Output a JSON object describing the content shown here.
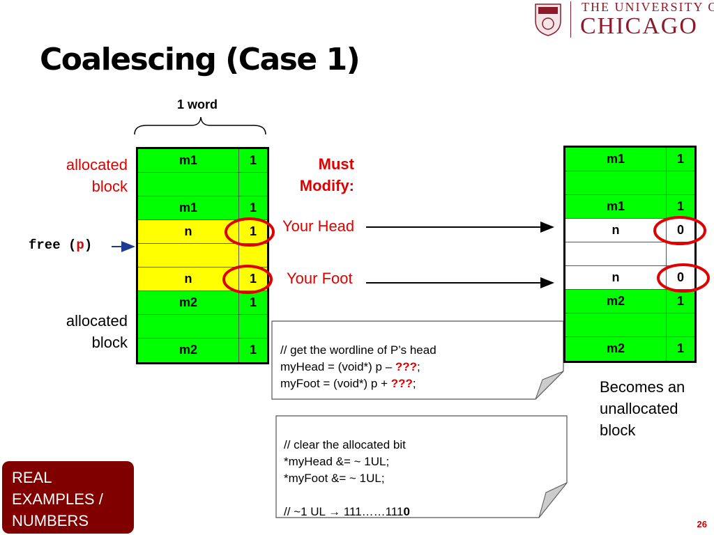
{
  "header": {
    "title": "Coalescing (Case 1)",
    "logo_line1": "THE UNIVERSITY OF",
    "logo_line2": "CHICAGO"
  },
  "word_label": "1 word",
  "left_labels": {
    "allocated_top_1": "allocated",
    "allocated_top_2": "block",
    "free_call": "free (",
    "free_arg": "p",
    "free_close": ")",
    "allocated_bottom_1": "allocated",
    "allocated_bottom_2": "block"
  },
  "before_block": [
    {
      "a": "m1",
      "b": "1",
      "color": "g"
    },
    {
      "a": "",
      "b": "",
      "color": "g"
    },
    {
      "a": "m1",
      "b": "1",
      "color": "g"
    },
    {
      "a": "n",
      "b": "1",
      "color": "y"
    },
    {
      "a": "",
      "b": "",
      "color": "y"
    },
    {
      "a": "n",
      "b": "1",
      "color": "y"
    },
    {
      "a": "m2",
      "b": "1",
      "color": "g"
    },
    {
      "a": "",
      "b": "",
      "color": "g"
    },
    {
      "a": "m2",
      "b": "1",
      "color": "g"
    }
  ],
  "after_block": [
    {
      "a": "m1",
      "b": "1",
      "color": "g"
    },
    {
      "a": "",
      "b": "",
      "color": "g"
    },
    {
      "a": "m1",
      "b": "1",
      "color": "g"
    },
    {
      "a": "n",
      "b": "0",
      "color": "w"
    },
    {
      "a": "",
      "b": "",
      "color": "w"
    },
    {
      "a": "n",
      "b": "0",
      "color": "w"
    },
    {
      "a": "m2",
      "b": "1",
      "color": "g"
    },
    {
      "a": "",
      "b": "",
      "color": "g"
    },
    {
      "a": "m2",
      "b": "1",
      "color": "g"
    }
  ],
  "must_modify_1": "Must",
  "must_modify_2": "Modify:",
  "your_head": "Your Head",
  "your_foot": "Your Foot",
  "code1": {
    "l1": "// get the wordline of P’s head",
    "l2a": "myHead = (void*) p – ",
    "l2b": "???",
    "l2c": ";",
    "l3a": "myFoot = (void*) p + ",
    "l3b": "???",
    "l3c": ";"
  },
  "code2": {
    "l1": "// clear the allocated bit",
    "l2": "*myHead &= ~ 1UL;",
    "l3": "*myFoot &= ~ 1UL;",
    "l4a": "// ~1 UL ",
    "l4arrow": "→",
    "l4b": " 111……111",
    "l4c": "0"
  },
  "becomes": [
    "Becomes an",
    "unallocated",
    "block"
  ],
  "badge": [
    "REAL",
    "EXAMPLES /",
    "NUMBERS"
  ],
  "page_number": "26",
  "colors": {
    "g": "#00ff00",
    "y": "#ffff00",
    "w": "#ffffff",
    "accent": "#e00000",
    "badge": "#800000"
  }
}
